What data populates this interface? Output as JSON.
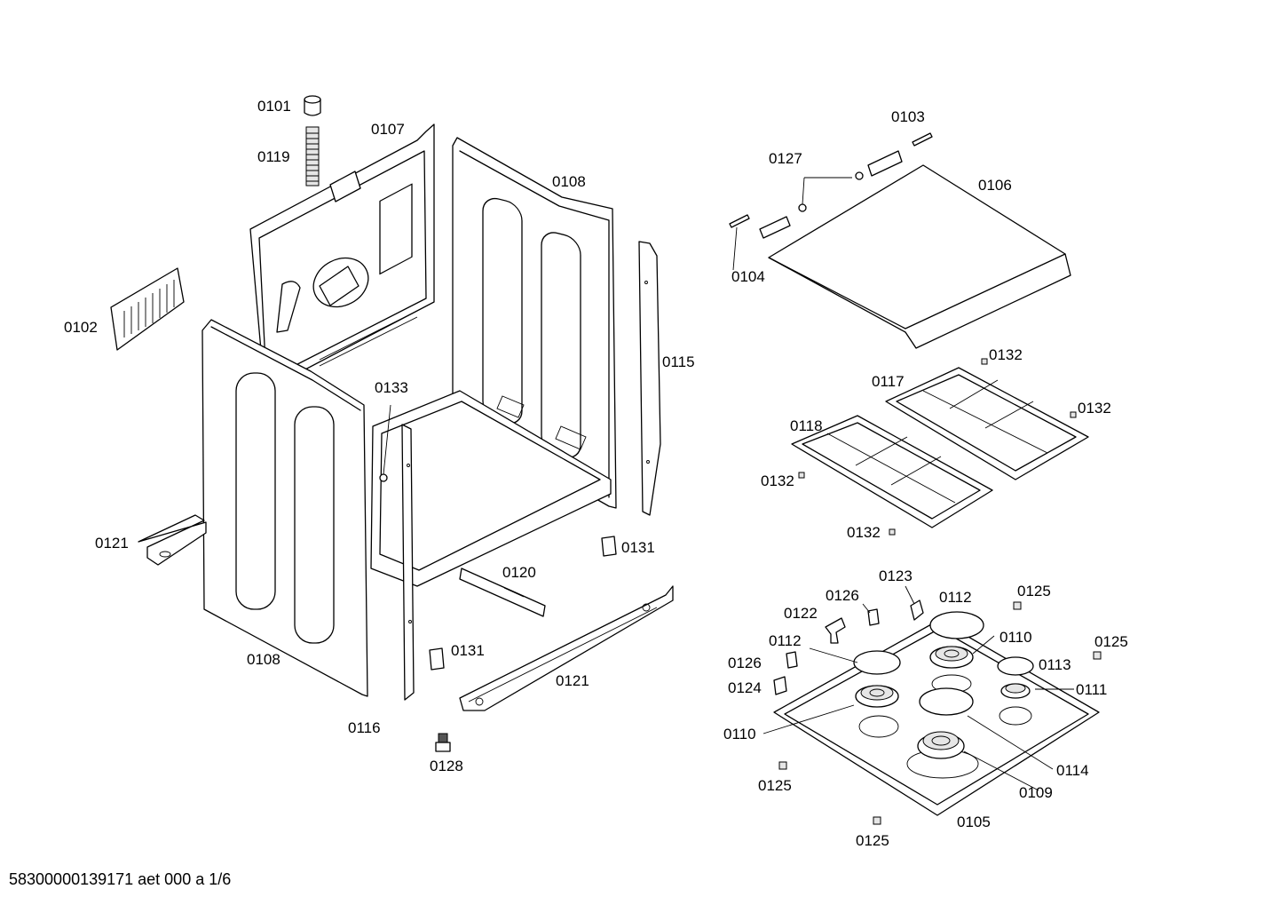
{
  "footer_text": "58300000139171 aet 000 a 1/6",
  "callouts": [
    {
      "id": "0101"
    },
    {
      "id": "0119"
    },
    {
      "id": "0107"
    },
    {
      "id": "0108"
    },
    {
      "id": "0102"
    },
    {
      "id": "0133"
    },
    {
      "id": "0115"
    },
    {
      "id": "0121"
    },
    {
      "id": "0120"
    },
    {
      "id": "0131"
    },
    {
      "id": "0108"
    },
    {
      "id": "0131"
    },
    {
      "id": "0121"
    },
    {
      "id": "0116"
    },
    {
      "id": "0128"
    },
    {
      "id": "0103"
    },
    {
      "id": "0127"
    },
    {
      "id": "0106"
    },
    {
      "id": "0104"
    },
    {
      "id": "0132"
    },
    {
      "id": "0117"
    },
    {
      "id": "0132"
    },
    {
      "id": "0118"
    },
    {
      "id": "0132"
    },
    {
      "id": "0132"
    },
    {
      "id": "0123"
    },
    {
      "id": "0126"
    },
    {
      "id": "0112"
    },
    {
      "id": "0125"
    },
    {
      "id": "0122"
    },
    {
      "id": "0110"
    },
    {
      "id": "0112"
    },
    {
      "id": "0125"
    },
    {
      "id": "0126"
    },
    {
      "id": "0113"
    },
    {
      "id": "0124"
    },
    {
      "id": "0111"
    },
    {
      "id": "0110"
    },
    {
      "id": "0114"
    },
    {
      "id": "0125"
    },
    {
      "id": "0109"
    },
    {
      "id": "0105"
    },
    {
      "id": "0125"
    }
  ]
}
